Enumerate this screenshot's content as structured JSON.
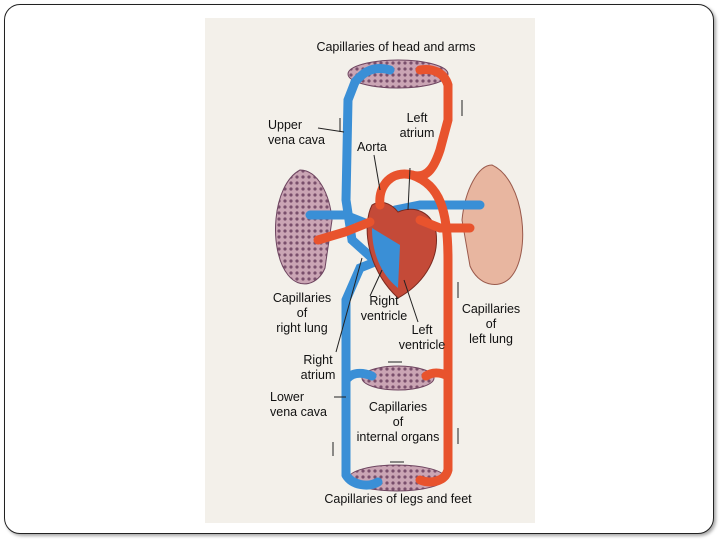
{
  "diagram": {
    "labels": {
      "capillaries_head_arms": "Capillaries of head and arms",
      "upper_vena_cava_1": "Upper",
      "upper_vena_cava_2": "vena cava",
      "left_atrium_1": "Left",
      "left_atrium_2": "atrium",
      "aorta": "Aorta",
      "capillaries_right_lung_1": "Capillaries",
      "capillaries_right_lung_2": "of",
      "capillaries_right_lung_3": "right lung",
      "right_ventricle_1": "Right",
      "right_ventricle_2": "ventricle",
      "left_ventricle_1": "Left",
      "left_ventricle_2": "ventricle",
      "capillaries_left_lung_1": "Capillaries",
      "capillaries_left_lung_2": "of",
      "capillaries_left_lung_3": "left lung",
      "right_atrium_1": "Right",
      "right_atrium_2": "atrium",
      "lower_vena_cava_1": "Lower",
      "lower_vena_cava_2": "vena cava",
      "capillaries_internal_1": "Capillaries",
      "capillaries_internal_2": "of",
      "capillaries_internal_3": "internal organs",
      "capillaries_legs_feet": "Capillaries of legs and feet"
    },
    "colors": {
      "oxygenated": "#e8532d",
      "deoxygenated": "#3a8fd6",
      "capillary": "#9b6b8a"
    }
  }
}
